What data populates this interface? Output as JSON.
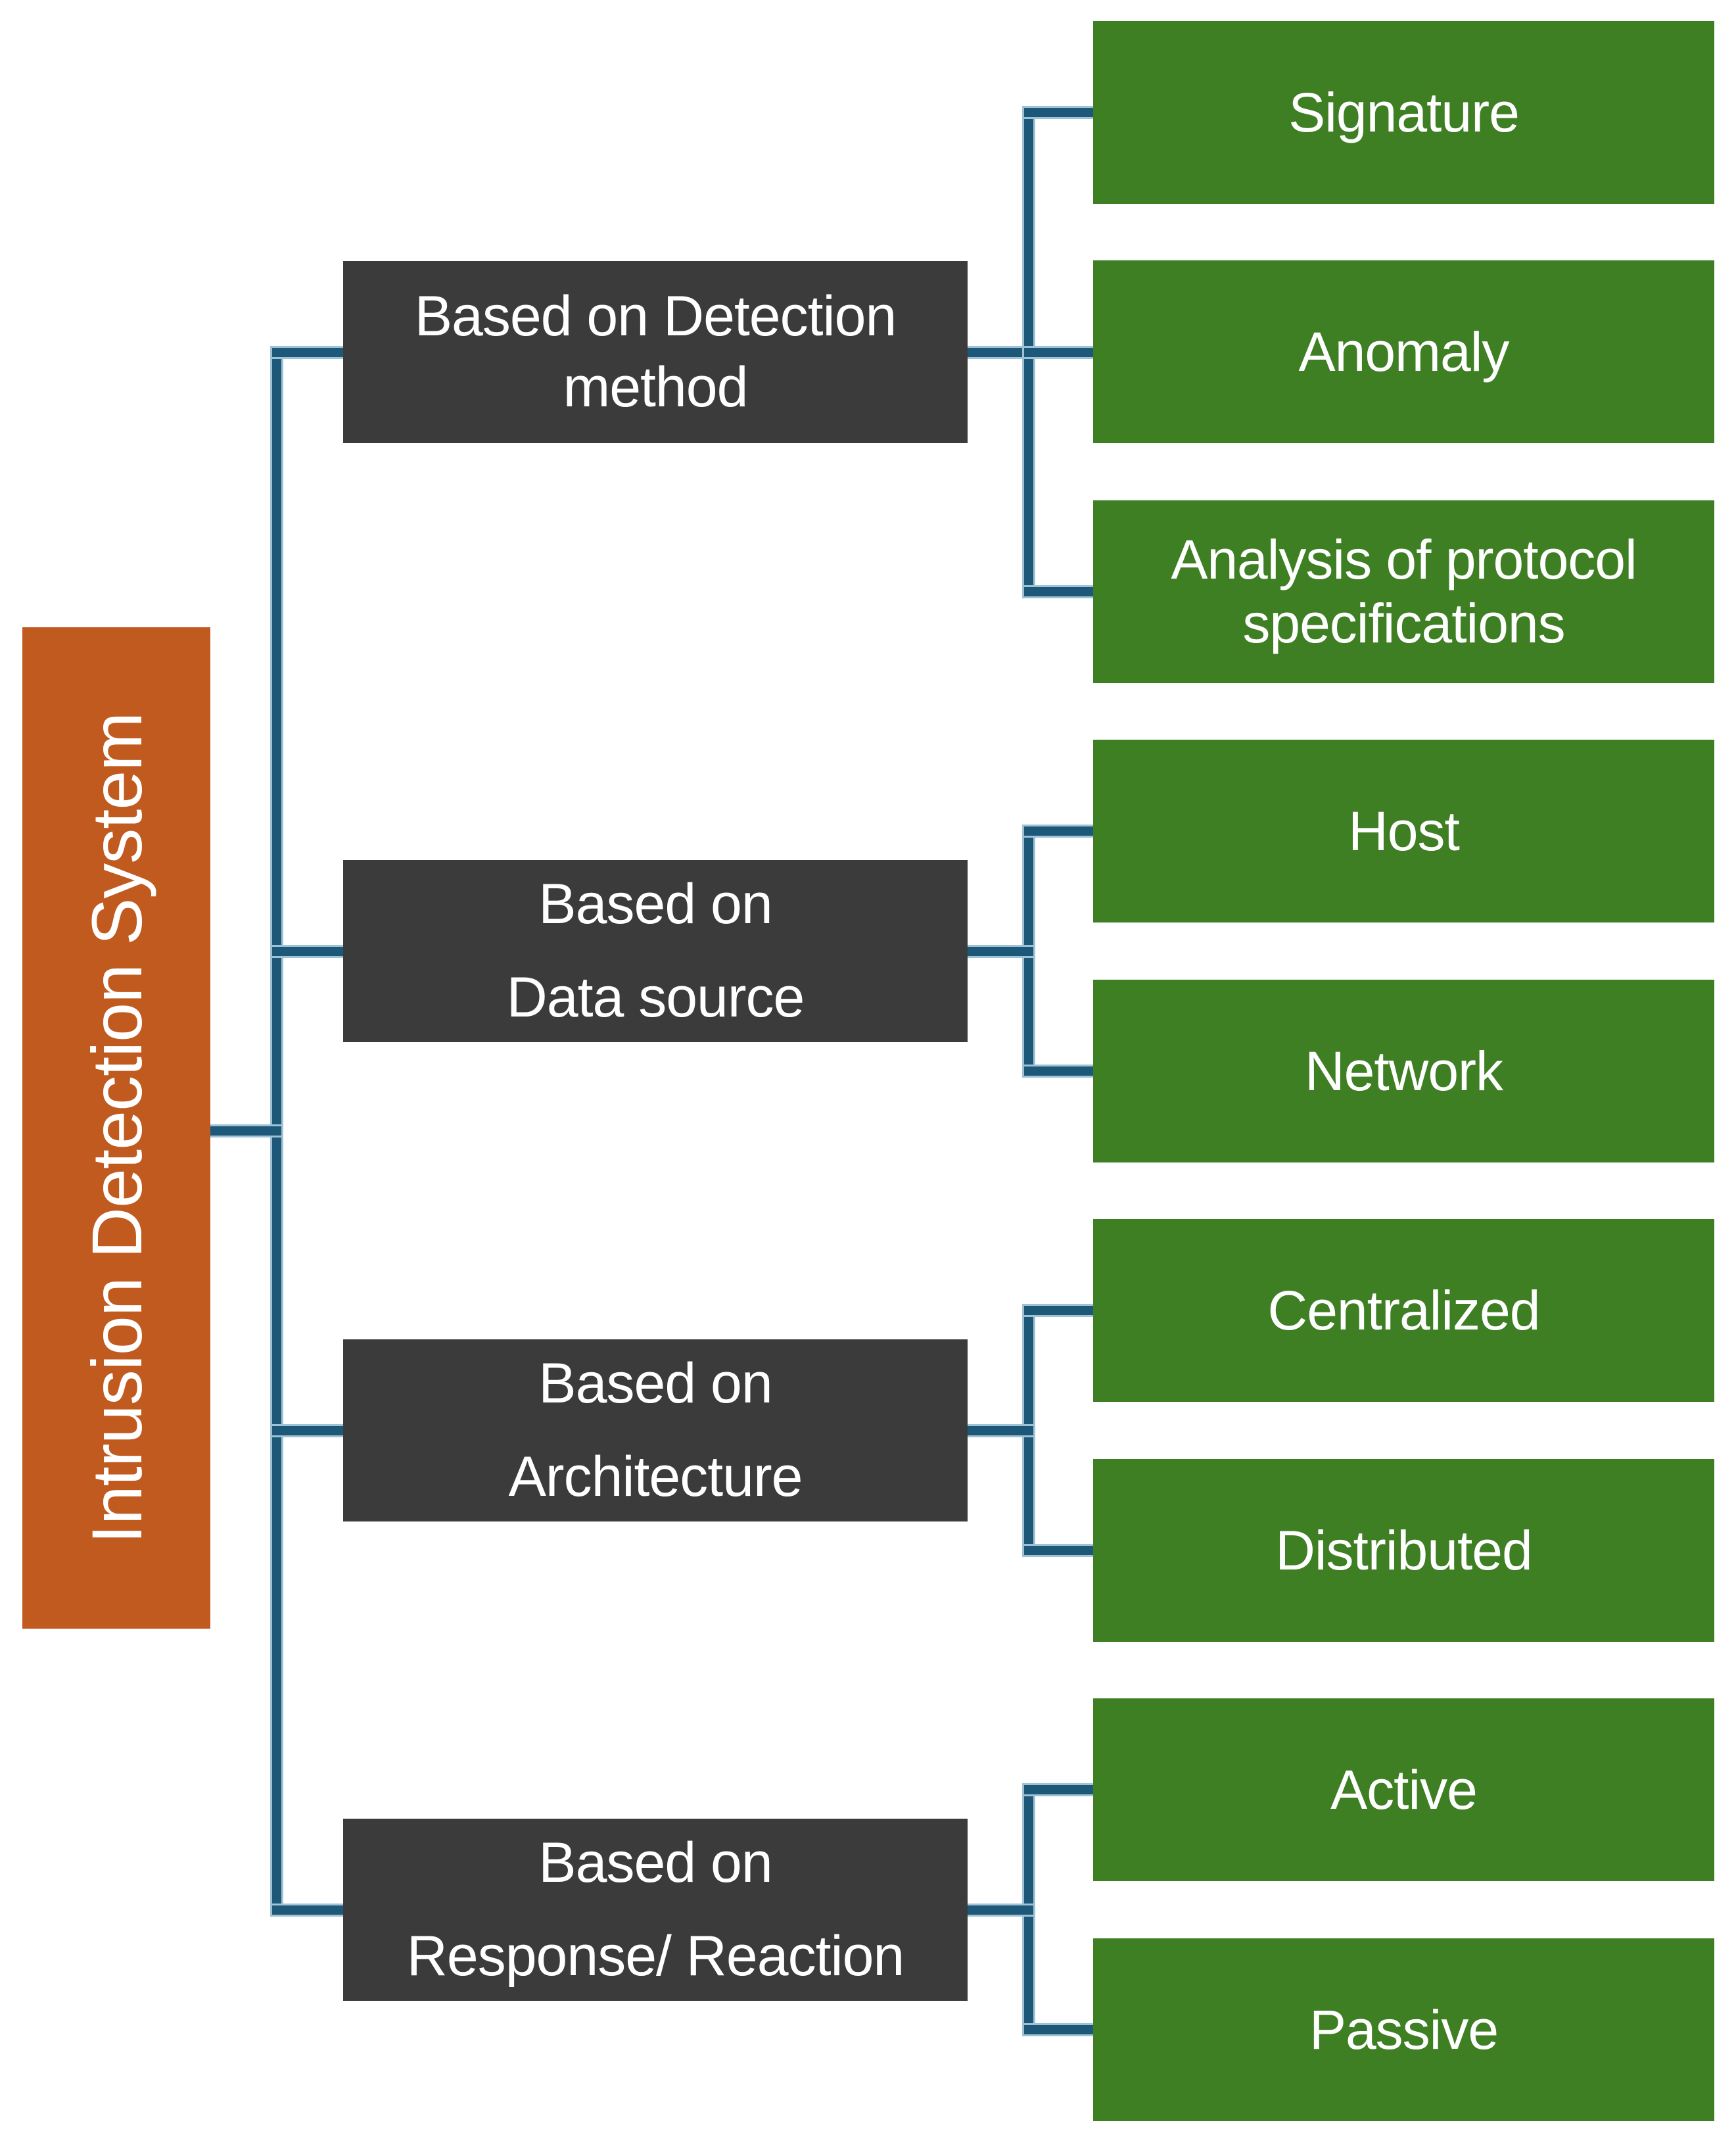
{
  "diagram": {
    "root": {
      "label": "Intrusion Detection System"
    },
    "categories": [
      {
        "label_line1": "Based on Detection",
        "label_line2": "method",
        "children": [
          "Signature",
          "Anomaly",
          "Analysis of protocol specifications"
        ]
      },
      {
        "label_line1": "Based on",
        "label_line2": "Data source",
        "children": [
          "Host",
          "Network"
        ]
      },
      {
        "label_line1": "Based on",
        "label_line2": "Architecture",
        "children": [
          "Centralized",
          "Distributed"
        ]
      },
      {
        "label_line1": "Based on",
        "label_line2": "Response/ Reaction",
        "children": [
          "Active",
          "Passive"
        ]
      }
    ],
    "colors": {
      "root_box": "#C05A1E",
      "category_box": "#3B3B3B",
      "leaf_box": "#3D7F22",
      "connector": "#1E5878",
      "connector_light": "#9FC3D6",
      "text": "#FFFFFF",
      "background": "#FFFFFF"
    }
  }
}
